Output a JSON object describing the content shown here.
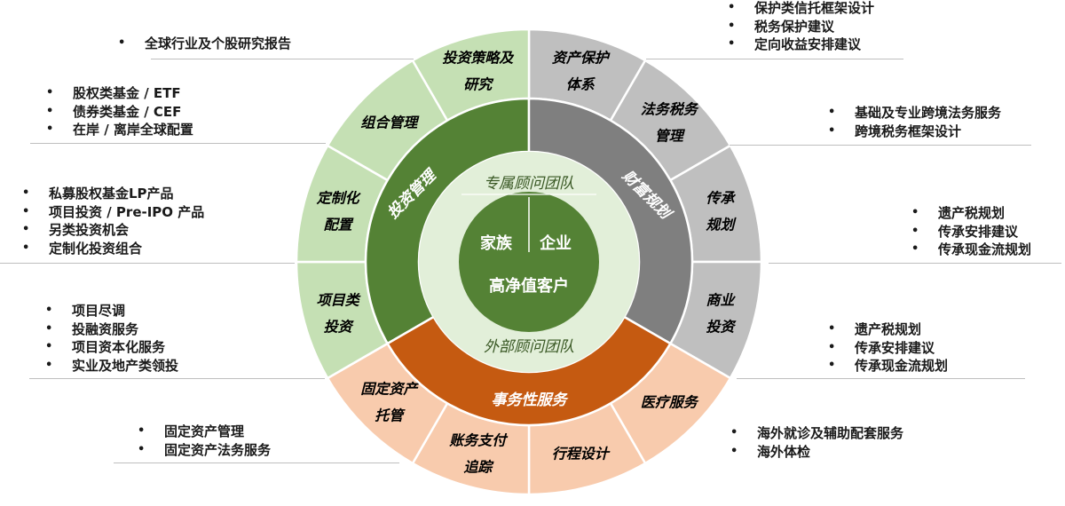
{
  "center": {
    "top_label": "专属顾问团队",
    "left_label": "家族",
    "right_label": "企业",
    "main_label": "高净值客户",
    "bottom_label": "外部顾问团队"
  },
  "middle_ring": [
    {
      "label": "投资管理",
      "color": "#548235"
    },
    {
      "label": "财富规划",
      "color": "#7f7f7f"
    },
    {
      "label": "事务性服务",
      "color": "#c55a11"
    }
  ],
  "outer_ring": [
    {
      "label_lines": [
        "资产保护",
        "体系"
      ],
      "color": "#bfbfbf",
      "bullets": [
        "保护类信托框架设计",
        "税务保护建议",
        "定向收益安排建议"
      ]
    },
    {
      "label_lines": [
        "法务税务",
        "管理"
      ],
      "color": "#bfbfbf",
      "bullets": [
        "基础及专业跨境法务服务",
        "跨境税务框架设计"
      ]
    },
    {
      "label_lines": [
        "传承",
        "规划"
      ],
      "color": "#bfbfbf",
      "bullets": [
        "遗产税规划",
        "传承安排建议",
        "传承现金流规划"
      ]
    },
    {
      "label_lines": [
        "商业",
        "投资"
      ],
      "color": "#bfbfbf",
      "bullets": [
        "遗产税规划",
        "传承安排建议",
        "传承现金流规划"
      ]
    },
    {
      "label_lines": [
        "医疗服务"
      ],
      "color": "#f8cbad",
      "bullets": [
        "海外就诊及辅助配套服务",
        "海外体检"
      ]
    },
    {
      "label_lines": [
        "行程设计"
      ],
      "color": "#f8cbad",
      "bullets": []
    },
    {
      "label_lines": [
        "账务支付",
        "追踪"
      ],
      "color": "#f8cbad",
      "bullets": []
    },
    {
      "label_lines": [
        "固定资产",
        "托管"
      ],
      "color": "#f8cbad",
      "bullets": [
        "固定资产管理",
        "固定资产法务服务"
      ]
    },
    {
      "label_lines": [
        "项目类",
        "投资"
      ],
      "color": "#c5e0b4",
      "bullets": [
        "项目尽调",
        "投融资服务",
        "项目资本化服务",
        "实业及地产类领投"
      ]
    },
    {
      "label_lines": [
        "定制化",
        "配置"
      ],
      "color": "#c5e0b4",
      "bullets": [
        "私募股权基金LP产品",
        "项目投资 / Pre-IPO 产品",
        "另类投资机会",
        "定制化投资组合"
      ]
    },
    {
      "label_lines": [
        "组合管理"
      ],
      "color": "#c5e0b4",
      "bullets": [
        "股权类基金 / ETF",
        "债券类基金 / CEF",
        "在岸 / 离岸全球配置"
      ]
    },
    {
      "label_lines": [
        "投资策略及",
        "研究"
      ],
      "color": "#c5e0b4",
      "bullets": [
        "全球行业及个股研究报告"
      ]
    }
  ],
  "colors": {
    "inner_disk": "#e2efd9",
    "center_disk": "#548235",
    "divider": "#ffffff"
  }
}
